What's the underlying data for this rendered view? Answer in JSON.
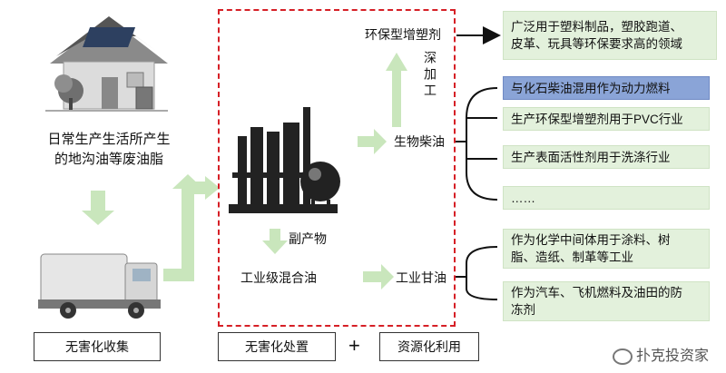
{
  "source_label": "日常生产生活所产生\n的地沟油等废油脂",
  "stages": {
    "collection": "无害化收集",
    "processing": "无害化处置",
    "plus": "+",
    "utilization": "资源化利用"
  },
  "products": {
    "plasticizer": "环保型增塑剂",
    "deep_processing": "深加工",
    "biodiesel": "生物柴油",
    "byproduct": "副产物",
    "mixed_oil": "工业级混合油",
    "glycerin": "工业甘油"
  },
  "uses": {
    "plasticizer_use": "广泛用于塑料制品，塑胶跑道、\n皮革、玩具等环保要求高的领域",
    "biodiesel_uses": [
      "与化石柴油混用作为动力燃料",
      "生产环保型增塑剂用于PVC行业",
      "生产表面活性剂用于洗涤行业",
      "……"
    ],
    "glycerin_uses": [
      "作为化学中间体用于涂料、树\n脂、造纸、制革等工业",
      "作为汽车、飞机燃料及油田的防\n冻剂"
    ]
  },
  "watermark": "扑克投资家",
  "colors": {
    "arrow_green": "#c9e6bc",
    "dashed_red": "#d61f26",
    "highlight_blue": "#8aa4d7",
    "box_green": "#e3f1dc"
  }
}
